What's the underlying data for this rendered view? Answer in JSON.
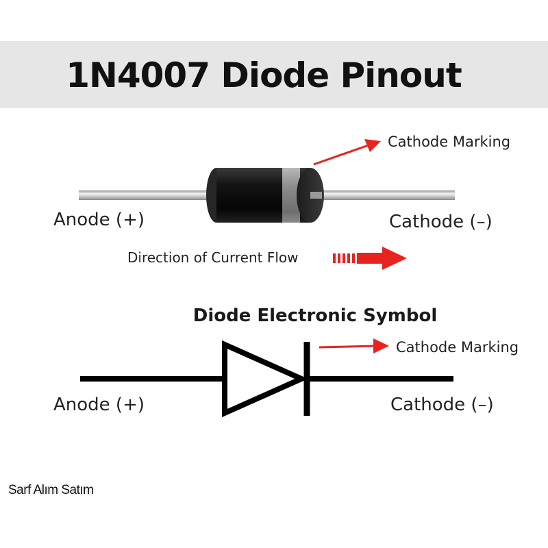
{
  "title": "1N4007 Diode Pinout",
  "component": {
    "cathode_marking_label": "Cathode Marking",
    "anode_label": "Anode (+)",
    "cathode_label": "Cathode (–)",
    "current_flow_label": "Direction of Current Flow"
  },
  "symbol": {
    "title": "Diode Electronic Symbol",
    "cathode_marking_label": "Cathode Marking",
    "anode_label": "Anode (+)",
    "cathode_label": "Cathode (–)"
  },
  "watermark": "Sarf Alım Satım",
  "colors": {
    "banner": "#e6e6e6",
    "arrow": "#e8231f",
    "body": "#111111",
    "band": "#9a9a9a",
    "lead": "#c8c8c8"
  }
}
